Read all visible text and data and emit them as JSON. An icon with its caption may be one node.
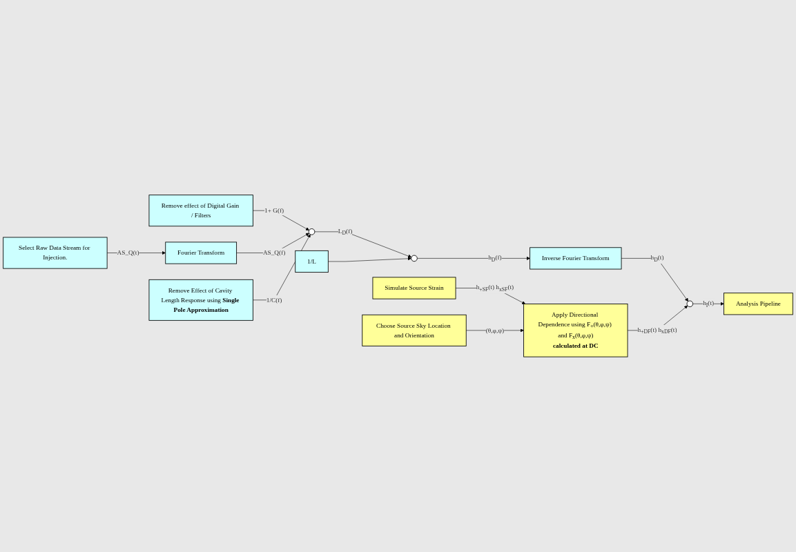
{
  "diagram": {
    "nodes": [
      {
        "text": [
          "Simulate Source Strain"
        ]
      },
      {
        "text": [
          "Apply Directional Dependence using F$_{+}$(θ,φ,ψ) and F$_{x}$(θ,φ,ψ)",
          "**calculated at DC**"
        ]
      },
      {
        "text": [
          "Choose Source Sky Location and Orientation"
        ]
      },
      {
        "text": [
          "Remove effect of Digital Gain / Filters"
        ]
      },
      {
        "text": [
          "1/L"
        ]
      },
      {
        "text": [
          "Select Raw Data Stream for Injection."
        ]
      },
      {
        "text": [
          "Fourier Transform"
        ]
      },
      {
        "text": [],
        "shape": "circle"
      },
      {
        "text": [],
        "shape": "circle"
      },
      {
        "text": [
          "Inverse Fourier Transform"
        ]
      },
      {
        "text": [
          "Remove Effect of Cavity Length Response using **Single Pole Approximation**"
        ]
      },
      {
        "text": [],
        "shape": "circle"
      },
      {
        "text": [
          "Analysis Pipeline"
        ]
      }
    ],
    "edges": [
      {
        "from": 0,
        "to": 1,
        "arrow": "to",
        "label": "h$_{+SF}$(t) h$_{xSF}$(t)"
      },
      {
        "from": 2,
        "to": 1,
        "arrow": "to",
        "label": "(θ,φ,ψ)"
      },
      {
        "from": 3,
        "to": 7,
        "arrow": "to",
        "label": "1+ G(f)"
      },
      {
        "from": 5,
        "to": 6,
        "arrow": "to",
        "label": "AS_Q(t)"
      },
      {
        "from": 6,
        "to": 7,
        "arrow": "to",
        "label": "AS_Q(f)"
      },
      {
        "from": 10,
        "to": 7,
        "arrow": "to",
        "label": "1/C(f)"
      },
      {
        "from": 7,
        "to": 8,
        "arrow": "to",
        "label": "L$_{D}$(f)"
      },
      {
        "from": 4,
        "to": 8,
        "arrow": "to"
      },
      {
        "from": 8,
        "to": 9,
        "arrow": "to",
        "label": "h$_{D}$(f)"
      },
      {
        "from": 9,
        "to": 11,
        "arrow": "to",
        "label": "h$_{D}$(t)"
      },
      {
        "from": 1,
        "to": 11,
        "arrow": "to",
        "label": "h$_{+DF}$(t) h$_{xDF}$(t)"
      },
      {
        "from": 11,
        "to": 12,
        "arrow": "to",
        "label": "h$_{I}$(t)"
      }
    ]
  }
}
